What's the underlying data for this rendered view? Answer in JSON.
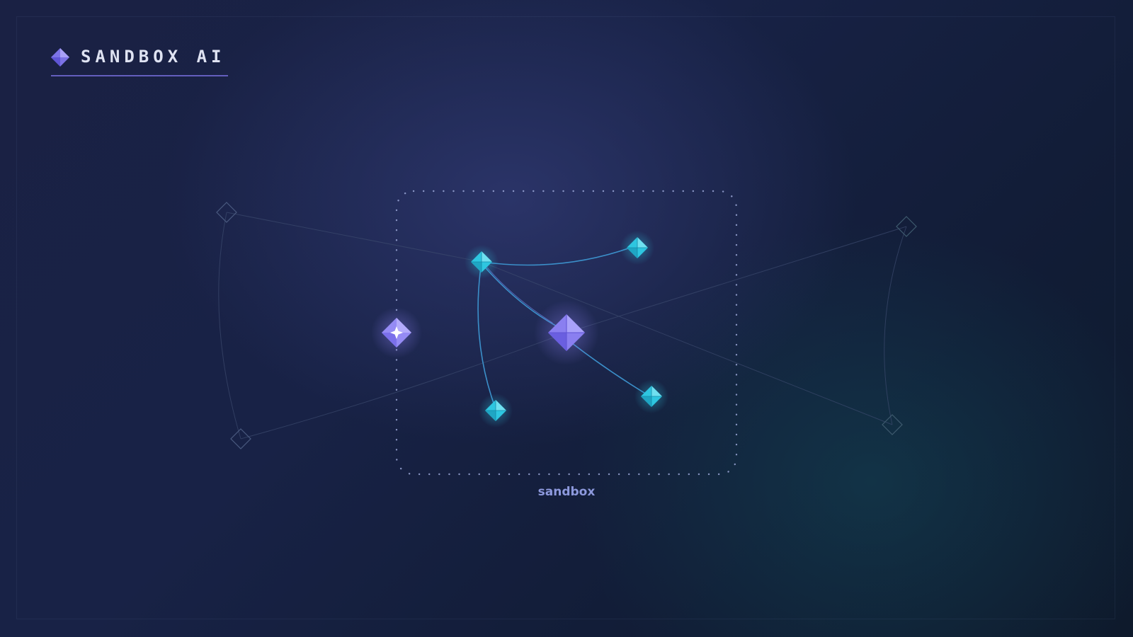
{
  "brand": {
    "title": "SANDBOX AI",
    "icon": "diamond-logo-icon",
    "accent_color": "#7c73e6"
  },
  "diagram": {
    "sandbox_label": "sandbox",
    "colors": {
      "hub": "#8a7ff0",
      "agent": "#a59cf7",
      "node": "#2ec6e0",
      "link": "#3b8fc9",
      "boundary": "#9aa6d6",
      "ghost": "#3c4a6e"
    },
    "nodes": [
      {
        "id": "hub",
        "kind": "hub",
        "icon": "hub-diamond-icon"
      },
      {
        "id": "agent",
        "kind": "agent",
        "icon": "agent-sparkle-diamond-icon"
      },
      {
        "id": "node-a",
        "kind": "node",
        "icon": "cyan-diamond-icon"
      },
      {
        "id": "node-b",
        "kind": "node",
        "icon": "cyan-diamond-icon"
      },
      {
        "id": "node-c",
        "kind": "node",
        "icon": "cyan-diamond-icon"
      },
      {
        "id": "node-d",
        "kind": "node",
        "icon": "cyan-diamond-icon"
      },
      {
        "id": "ghost-1",
        "kind": "ghost",
        "icon": "outline-diamond-icon"
      },
      {
        "id": "ghost-2",
        "kind": "ghost",
        "icon": "outline-diamond-icon"
      },
      {
        "id": "ghost-3",
        "kind": "ghost",
        "icon": "outline-diamond-icon"
      },
      {
        "id": "ghost-4",
        "kind": "ghost",
        "icon": "outline-diamond-icon"
      }
    ],
    "links": [
      {
        "from": "hub",
        "to": "node-a"
      },
      {
        "from": "node-a",
        "to": "node-b"
      },
      {
        "from": "node-a",
        "to": "node-c"
      },
      {
        "from": "hub",
        "to": "node-d"
      }
    ]
  }
}
